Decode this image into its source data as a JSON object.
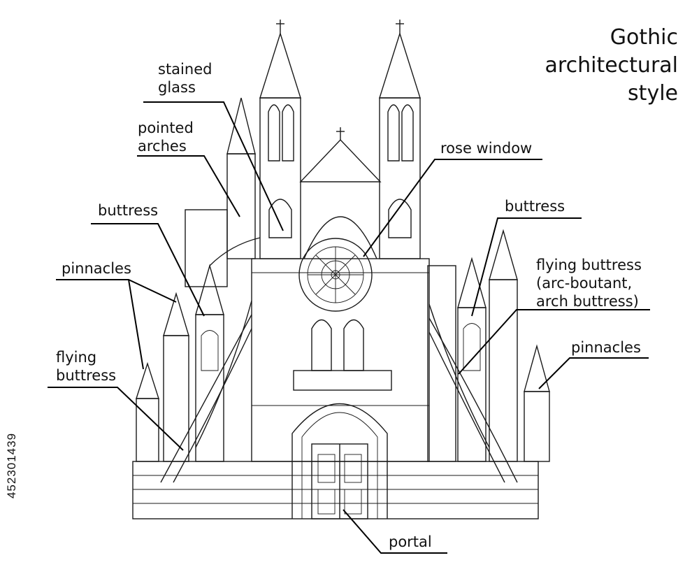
{
  "title": {
    "line1": "Gothic",
    "line2": "architectural",
    "line3": "style"
  },
  "labels": {
    "stained_glass_1": "stained",
    "stained_glass_2": "glass",
    "pointed_arches_1": "pointed",
    "pointed_arches_2": "arches",
    "buttress_left": "buttress",
    "pinnacles_left": "pinnacles",
    "flying_buttress_left_1": "flying",
    "flying_buttress_left_2": "buttress",
    "rose_window": "rose window",
    "buttress_right": "buttress",
    "flying_buttress_right_1": "flying buttress",
    "flying_buttress_right_2": "(arc-boutant,",
    "flying_buttress_right_3": "arch buttress)",
    "pinnacles_right": "pinnacles",
    "portal": "portal"
  },
  "stock_id": "452301439",
  "colors": {
    "line": "#1a1a1a",
    "background": "#ffffff"
  }
}
